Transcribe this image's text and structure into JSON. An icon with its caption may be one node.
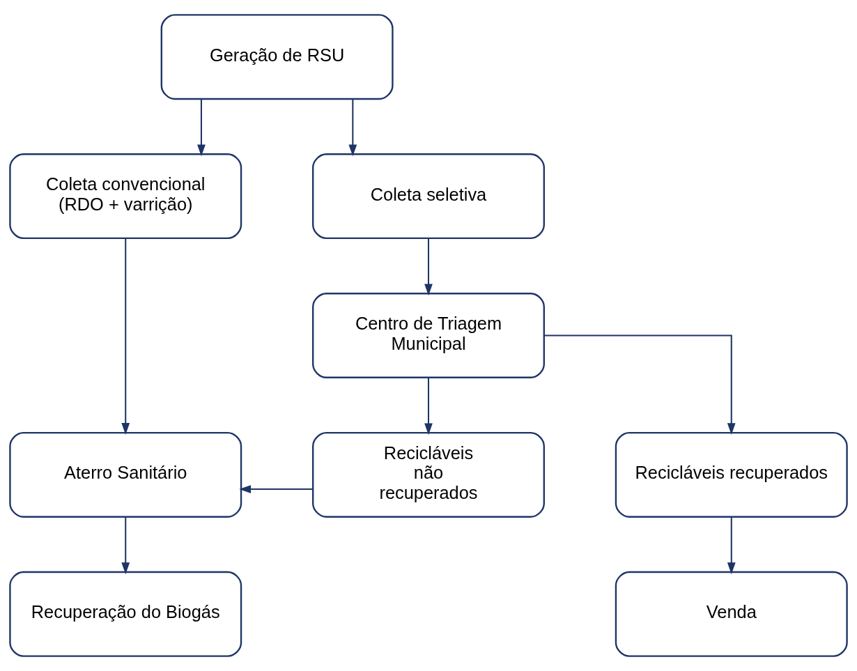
{
  "diagram": {
    "nodes": [
      {
        "text": [
          "Geração de RSU"
        ]
      },
      {
        "text": [
          "Coleta convencional (RDO + varrição)"
        ]
      },
      {
        "text": [
          "Coleta seletiva"
        ]
      },
      {
        "text": [
          "Centro de Triagem Municipal"
        ]
      },
      {
        "text": [
          "Aterro Sanitário"
        ]
      },
      {
        "text": [
          "Recicláveis não recuperados"
        ]
      },
      {
        "text": [
          "Recicláveis recuperados"
        ]
      },
      {
        "text": [
          "Recuperação do Biogás"
        ]
      },
      {
        "text": [
          "Venda"
        ]
      }
    ],
    "edges": [
      {
        "from": 0,
        "to": 1,
        "arrow": "to"
      },
      {
        "from": 0,
        "to": 2,
        "arrow": "to"
      },
      {
        "from": 1,
        "to": 4,
        "arrow": "to"
      },
      {
        "from": 2,
        "to": 3,
        "arrow": "to"
      },
      {
        "from": 3,
        "to": 5,
        "arrow": "to"
      },
      {
        "from": 3,
        "to": 6,
        "arrow": "to"
      },
      {
        "from": 5,
        "to": 4,
        "arrow": "to"
      },
      {
        "from": 4,
        "to": 7,
        "arrow": "to"
      },
      {
        "from": 6,
        "to": 8,
        "arrow": "to"
      }
    ]
  }
}
